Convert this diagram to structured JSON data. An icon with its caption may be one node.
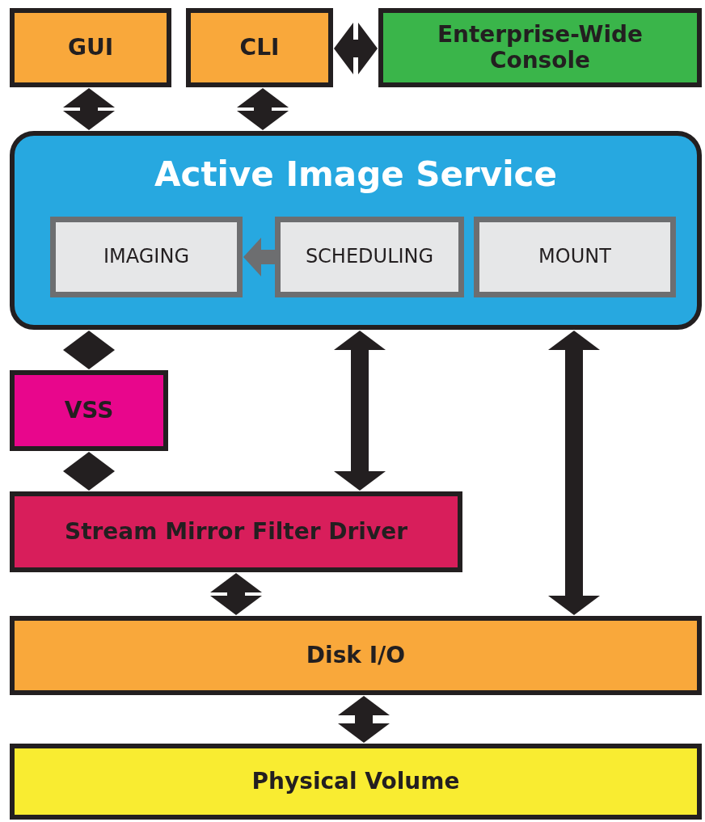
{
  "diagram": {
    "nodes": [
      {
        "text": [
          "GUI"
        ]
      },
      {
        "text": [
          "CLI"
        ]
      },
      {
        "text": [
          "Enterprise-Wide Console"
        ]
      },
      {
        "text": [
          "Active Image Service"
        ]
      },
      {
        "text": [
          "IMAGING"
        ],
        "in": 3
      },
      {
        "text": [
          "SCHEDULING"
        ],
        "in": 3
      },
      {
        "text": [
          "MOUNT"
        ],
        "in": 3
      },
      {
        "text": [
          "VSS"
        ]
      },
      {
        "text": [
          "Stream Mirror Filter Driver"
        ]
      },
      {
        "text": [
          "Disk I/O"
        ]
      },
      {
        "text": [
          "Physical Volume"
        ]
      }
    ],
    "edges": [
      {
        "from": 0,
        "to": 3,
        "arrow": "both"
      },
      {
        "from": 1,
        "to": 3,
        "arrow": "both"
      },
      {
        "from": 1,
        "to": 2,
        "arrow": "both"
      },
      {
        "from": 5,
        "to": 4,
        "arrow": "to",
        "color": "#6d6e70"
      },
      {
        "from": 3,
        "to": 7,
        "arrow": "both"
      },
      {
        "from": 7,
        "to": 8,
        "arrow": "both"
      },
      {
        "from": 3,
        "to": 8,
        "arrow": "both"
      },
      {
        "from": 3,
        "to": 9,
        "arrow": "both"
      },
      {
        "from": 8,
        "to": 9,
        "arrow": "both"
      },
      {
        "from": 9,
        "to": 10,
        "arrow": "both"
      }
    ]
  }
}
